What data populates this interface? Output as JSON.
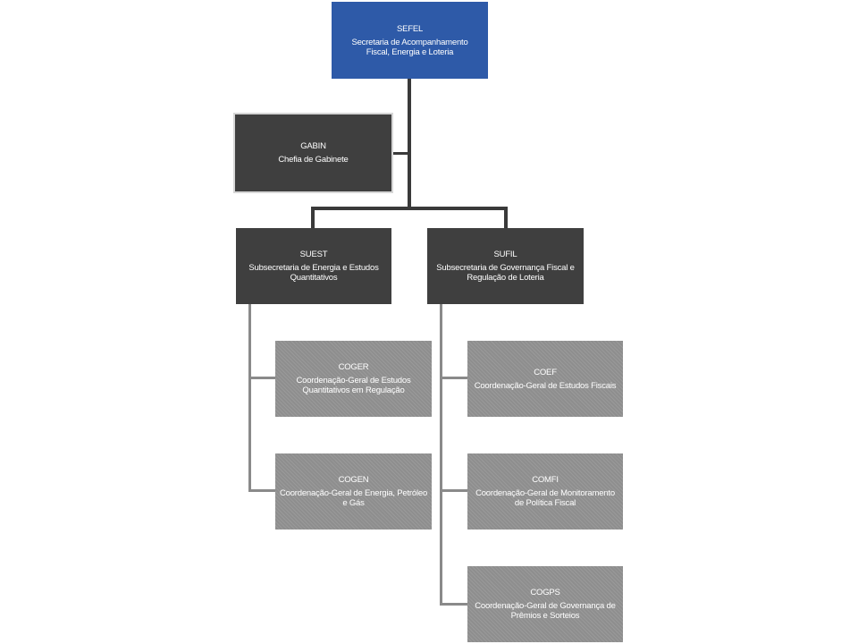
{
  "nodes": {
    "sefel": {
      "code": "SEFEL",
      "name": "Secretaria de Acompanhamento Fiscal, Energia e Loteria"
    },
    "gabin": {
      "code": "GABIN",
      "name": "Chefia de Gabinete"
    },
    "suest": {
      "code": "SUEST",
      "name": "Subsecretaria de Energia e Estudos Quantitativos"
    },
    "sufil": {
      "code": "SUFIL",
      "name": "Subsecretaria de Governança Fiscal e Regulação de Loteria"
    },
    "coger": {
      "code": "COGER",
      "name": "Coordenação-Geral de Estudos Quantitativos em Regulação"
    },
    "cogen": {
      "code": "COGEN",
      "name": "Coordenação-Geral de Energia, Petróleo e Gás"
    },
    "coef": {
      "code": "COEF",
      "name": "Coordenação-Geral de Estudos Fiscais"
    },
    "comfi": {
      "code": "COMFI",
      "name": "Coordenação-Geral de Monitoramento de Política Fiscal"
    },
    "cogps": {
      "code": "COGPS",
      "name": "Coordenação-Geral de Governança de Prêmios e Sorteios"
    }
  },
  "colors": {
    "top": "#2e5aa8",
    "mid": "#3f3f3f",
    "leaf": "#8e8e8e"
  }
}
